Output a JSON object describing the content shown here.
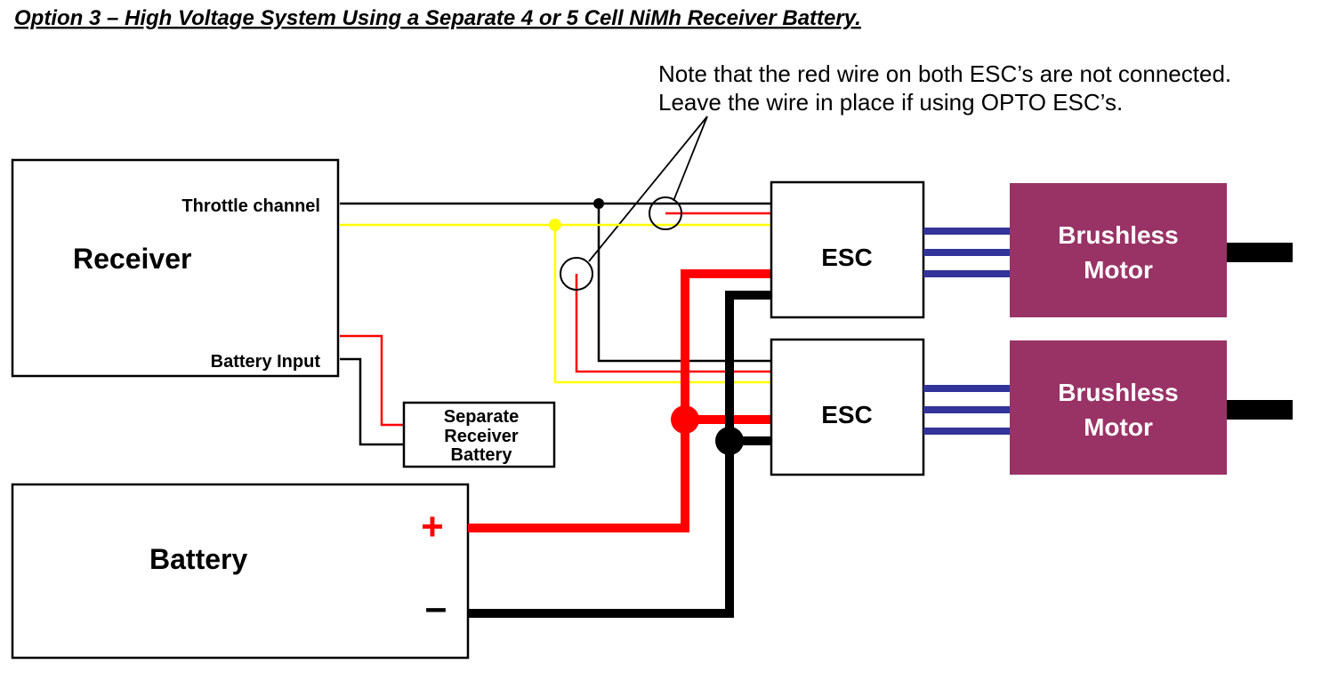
{
  "title": "Option 3  – High Voltage System Using a Separate 4 or 5 Cell NiMh Receiver Battery.",
  "note": {
    "line1": "Note that the red wire on both ESC’s are not connected.",
    "line2": "Leave the wire in place if using OPTO ESC’s."
  },
  "receiver": {
    "label": "Receiver",
    "throttle_label": "Throttle channel",
    "battery_input_label": "Battery Input"
  },
  "rx_battery": {
    "line1": "Separate",
    "line2": "Receiver",
    "line3": "Battery"
  },
  "battery": {
    "label": "Battery",
    "plus_symbol": "+",
    "minus_symbol": "–"
  },
  "esc_top": {
    "label": "ESC"
  },
  "esc_bottom": {
    "label": "ESC"
  },
  "motor_top": {
    "line1": "Brushless",
    "line2": "Motor"
  },
  "motor_bottom": {
    "line1": "Brushless",
    "line2": "Motor"
  },
  "colors": {
    "signal_wire": "#ffff00",
    "positive_wire": "#ff0000",
    "negative_wire": "#000000",
    "motor_phase_wire": "#333399",
    "motor_fill": "#993366"
  }
}
